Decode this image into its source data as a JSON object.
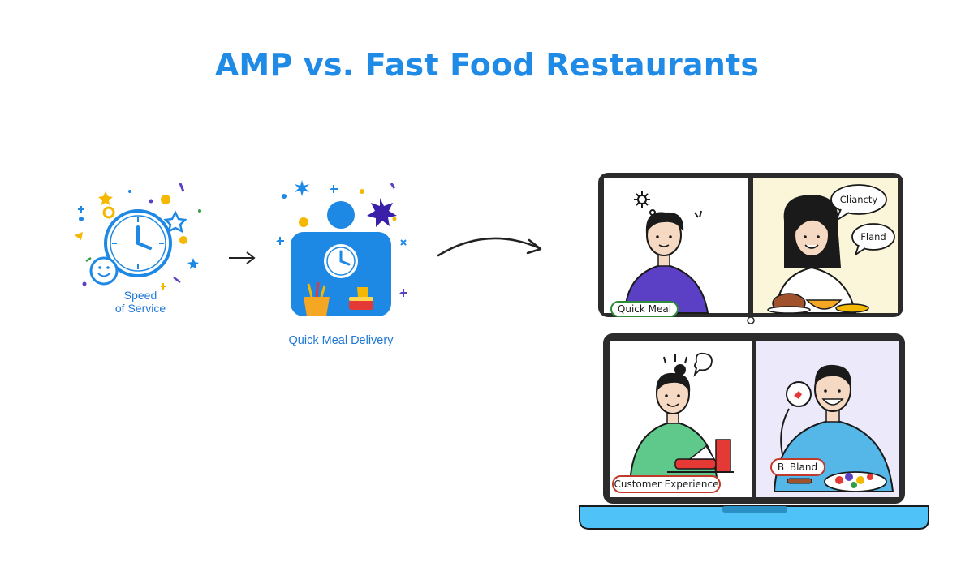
{
  "title": "AMP vs. Fast Food Restaurants",
  "labels": {
    "speed_line1": "Speed",
    "speed_line2": "of Service",
    "delivery": "Quick Meal Delivery"
  },
  "panels": {
    "quick_meal_tag": "Quick Meal",
    "bubble_top": "Cliancty",
    "bubble_bottom": "Fland",
    "customer_tag": "Customer Experience",
    "bland_tag": "Bland",
    "bland_prefix": "B"
  },
  "colors": {
    "title": "#1f8be6",
    "icon_blue": "#1e88e5",
    "laptop_frame": "#2b2b2b",
    "laptop_base": "#4fc3f7",
    "panel_top_right": "#fbf6da",
    "panel_bottom_right": "#ece9fb",
    "shirt_purple": "#5b3fc4",
    "shirt_green": "#5ec98a",
    "shirt_blue": "#55b6e8",
    "tag_border_green": "#2e8b3a",
    "tag_border_red": "#c0392b"
  },
  "icons": [
    "clock-icon",
    "smiley-icon",
    "person-clock-icon",
    "arrow-right-icon",
    "curved-arrow-icon",
    "laptop-icon"
  ]
}
